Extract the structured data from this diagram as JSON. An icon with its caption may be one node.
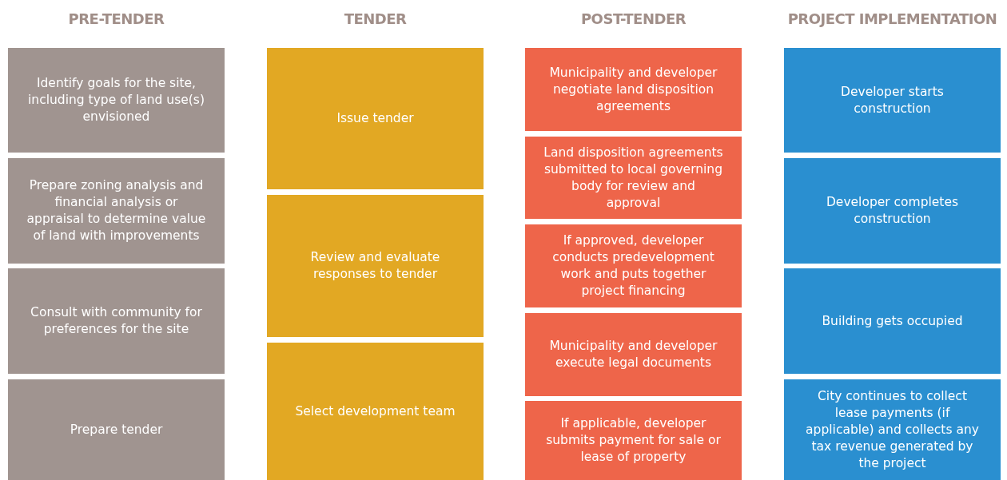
{
  "diagram": {
    "nodes": [
      {
        "text": [
          "Identify goals for the site, including type of land use(s) envisioned"
        ]
      },
      {
        "text": [
          "Prepare zoning analysis and financial analysis or appraisal to determine value of land with improvements"
        ]
      },
      {
        "text": [
          "Consult with community for preferences for the site"
        ]
      },
      {
        "text": [
          "Prepare tender"
        ]
      },
      {
        "text": [
          "Issue tender"
        ]
      },
      {
        "text": [
          "Review and evaluate responses to tender"
        ]
      },
      {
        "text": [
          "Select development team"
        ]
      },
      {
        "text": [
          "Municipality and developer negotiate land disposition agreements"
        ]
      },
      {
        "text": [
          "Land disposition agreements submitted to local governing body for review and approval"
        ]
      },
      {
        "text": [
          "If approved, developer conducts predevelopment work and puts together project financing"
        ]
      },
      {
        "text": [
          "Municipality and developer execute legal documents"
        ]
      },
      {
        "text": [
          "If applicable, developer submits payment for sale or lease of property"
        ]
      },
      {
        "text": [
          "Developer starts construction"
        ]
      },
      {
        "text": [
          "Developer completes construction"
        ]
      },
      {
        "text": [
          "Building gets occupied"
        ]
      },
      {
        "text": [
          "City continues to collect lease payments (if applicable) and collects any tax revenue generated by the project"
        ]
      }
    ],
    "edges": [],
    "labels": [
      "PRE-TENDER",
      "TENDER",
      "POST-TENDER",
      "PROJECT IMPLEMENTATION"
    ]
  }
}
